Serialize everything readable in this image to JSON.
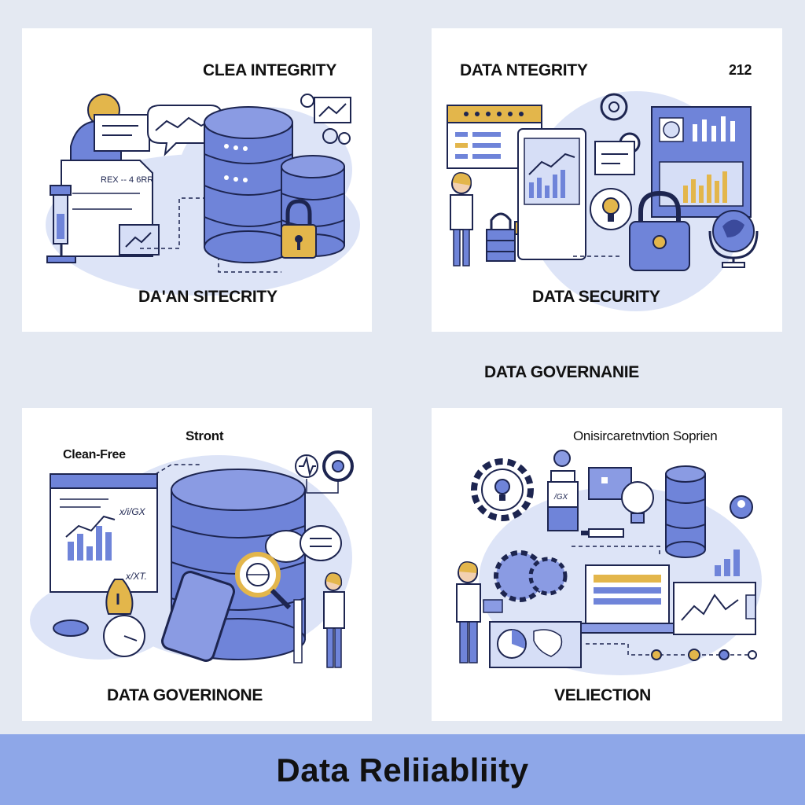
{
  "panels": {
    "p1": {
      "title_top": "CLEA INTEGRITY",
      "title_bottom": "DA'AN SITECRITY",
      "doc_text": "REX -- 4 6RR"
    },
    "p2": {
      "title_top": "DATA NTEGRITY",
      "number": "212",
      "title_bottom": "DATA SECURITY"
    },
    "p3": {
      "label_strong": "Stront",
      "label_clean": "Clean-Free",
      "chart_text_1": "x/i/GX",
      "chart_text_2": "x/XT.",
      "title_bottom": "DATA GOVERINONE"
    },
    "p4": {
      "title_top": "Onisircaretnvtion Soprien",
      "vial_text": "/GX",
      "title_bottom": "VELIECTION"
    }
  },
  "governance_label": "DATA GOVERNANIE",
  "footer": {
    "title": "Data Reliiabliity"
  },
  "colors": {
    "background": "#e4e9f2",
    "accent_blue": "#6f84d9",
    "light_blue": "#d6def6",
    "gold": "#e3b64b",
    "footer": "#8ea7e8"
  }
}
